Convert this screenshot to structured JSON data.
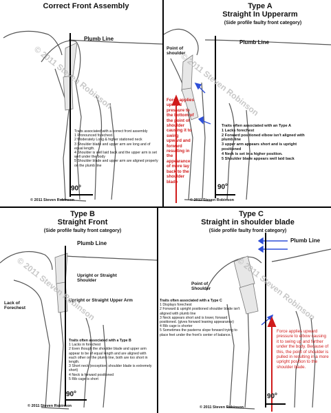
{
  "panels": {
    "correct": {
      "title": "Correct Front Assembly",
      "plumb_label": "Plumb Line",
      "traits": [
        "Traits associated with a correct front assembly",
        "1 Pronounced forechest.",
        "2 Moderately Long & higher stationed neck",
        "3 Shoulder blade and upper arm are long and of equal length.",
        "4 Shoulder is well laid back and the upper arm is set well under the body",
        "5 Shoulder blade and upper arm are aligned properly on the plumb line"
      ],
      "degree": "90",
      "copyright": "© 2011 Steven Robinson"
    },
    "typeA": {
      "title1": "Type A",
      "title2": "Straight In Upperarm",
      "subtitle": "(Side profile faulty front category)",
      "plumb_label": "Plumb Line",
      "point_label": "Point of shoulder",
      "force_note": "Force applies upward pressure to the bottom of the point of shoulder causing it to swing upward and forward resulting in the appearance of more lay back to the shoulder blade",
      "traits": [
        "Traits often associated with an Type A",
        "1 Lacks forechest",
        "2 Forward positioned elbow isn't aligned with plumb line",
        "3 upper arm appears short and is upright positioned",
        "4 Neck is set in a higher position.",
        "5 Shoulder blade appears well laid back"
      ],
      "degree": "90",
      "copyright": "© 2011 Steven Robinson"
    },
    "typeB": {
      "title1": "Type B",
      "title2": "Straight Front",
      "subtitle": "(Side profile faulty front category)",
      "plumb_label": "Plumb Line",
      "shoulder_label": "Upright or Straight Shoulder",
      "upperarm_label": "Upright or Straight Upper Arm",
      "forechest_label": "Lack of Forechest",
      "traits": [
        "Traits often associated with a Type B",
        "1 Lacks in forechest",
        "2 Even though the shoulder blade and upper arm appear to be of equal length and are aligned with each other on the plumb line, both are too short in length.",
        "3 Short neck (exception: shoulder blade is extremely short)",
        "4 Neck is forward positioned",
        "5 Rib cage is short"
      ],
      "degree": "90",
      "copyright": "© 2011 Steven Robinson"
    },
    "typeC": {
      "title1": "Type C",
      "title2": "Straight in shoulder blade",
      "subtitle": "(Side profile faulty front category)",
      "plumb_label": "Plumb Line",
      "point_label": "Point of Shoulder",
      "traits": [
        "Traits often associated with a Type C",
        "1 Displays forechest",
        "2 Forward & upright positioned shoulder blade isn't aligned with plumb line",
        "3 Neck appears short and is lower, forward positioned. (gives forward leaning appearance)",
        "4 Rib cage is shorter",
        "5 Sometimes the pasterns slope forward trying to place feet under the front's center of balance."
      ],
      "force_note": "Force applies upward pressure to elbow causing it to swing up and further under the body. Because of this, the point of shoulder is pulled in resulting in a more upright position to the shoulder blade.",
      "degree": "90",
      "copyright": "© 2011 Steven Robinson"
    }
  },
  "watermark": "© 2011 Steven Robinson",
  "colors": {
    "red": "#d01a1a",
    "blue": "#2e4fd8",
    "border": "#000000",
    "sketch": "#555555"
  }
}
